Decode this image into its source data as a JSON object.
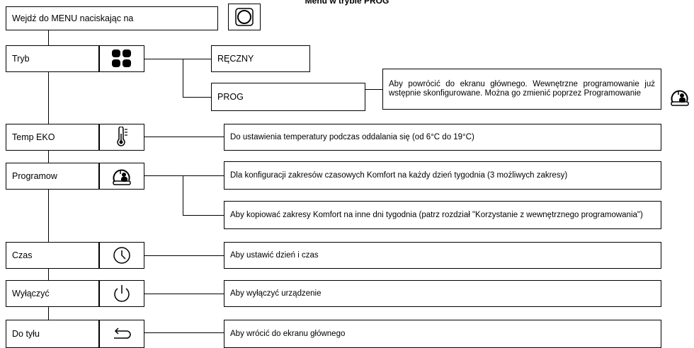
{
  "title": "Menu w trybie PROG",
  "start": {
    "label": "Wejdź do MENU naciskając na",
    "icon": "circle-button-icon"
  },
  "menu": [
    {
      "label": "Tryb",
      "icon": "mode-squares-icon",
      "options": [
        "RĘCZNY",
        "PROG"
      ],
      "prog_note": "Aby powrócić do ekranu głównego. Wewnętrzne programowanie już wstępnie skonfigurowane. Można go zmienić poprzez Programowanie",
      "prog_note_icon": "clock-person-icon"
    },
    {
      "label": "Temp EKO",
      "icon": "thermometer-icon",
      "description": "Do ustawienia temperatury podczas oddalania się (od 6°C do 19°C)"
    },
    {
      "label": "Programow",
      "icon": "clock-person-icon",
      "descriptions": [
        "Dla konfiguracji zakresów czasowych Komfort na każdy dzień tygodnia (3 możliwych zakresy)",
        "Aby kopiować zakresy Komfort na inne dni tygodnia (patrz rozdział \"Korzystanie z wewnętrznego programowania\")"
      ]
    },
    {
      "label": "Czas",
      "icon": "clock-icon",
      "description": "Aby ustawić dzień i czas"
    },
    {
      "label": "Wyłączyć",
      "icon": "power-icon",
      "description": "Aby wyłączyć urządzenie"
    },
    {
      "label": "Do tyłu",
      "icon": "back-arrow-icon",
      "description": "Aby wrócić do ekranu głównego"
    }
  ]
}
